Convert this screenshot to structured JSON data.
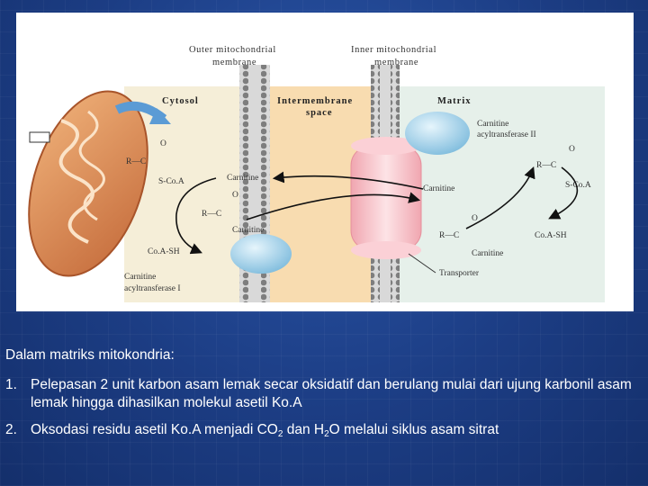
{
  "diagram": {
    "outer_membrane_label": [
      "Outer mitochondrial",
      "membrane"
    ],
    "inner_membrane_label": [
      "Inner mitochondrial",
      "membrane"
    ],
    "cytosol_label": "Cytosol",
    "intermembrane_label": [
      "Intermembrane",
      "space"
    ],
    "matrix_label": "Matrix",
    "enzyme1_label": [
      "Carnitine",
      "acyltransferase I"
    ],
    "enzyme2_label": [
      "Carnitine",
      "acyltransferase II"
    ],
    "transporter_label": "Transporter",
    "carnitine_label": "Carnitine",
    "coa_sh_label": "Co.A-SH",
    "s_coa_label": "S-Co.A",
    "rc_label": "R—C",
    "oxygen_label": "O",
    "colors": {
      "cytosol": "#f5eed8",
      "intermembrane": "#f8dcb0",
      "matrix": "#e6f0ea",
      "enzyme": "#a8d4ec",
      "transporter": "#f6c2c8",
      "mito": "#e9a56c"
    }
  },
  "text": {
    "heading": "Dalam matriks mitokondria:",
    "items": [
      {
        "num": "1.",
        "text": "Pelepasan 2 unit karbon asam lemak secar oksidatif dan berulang mulai dari ujung karbonil asam lemak hingga dihasilkan molekul asetil Ko.A"
      },
      {
        "num": "2.",
        "pre": "Oksodasi residu asetil Ko.A menjadi CO",
        "sub1": "2",
        "mid": " dan H",
        "sub2": "2",
        "post": "O melalui siklus asam sitrat"
      }
    ]
  }
}
